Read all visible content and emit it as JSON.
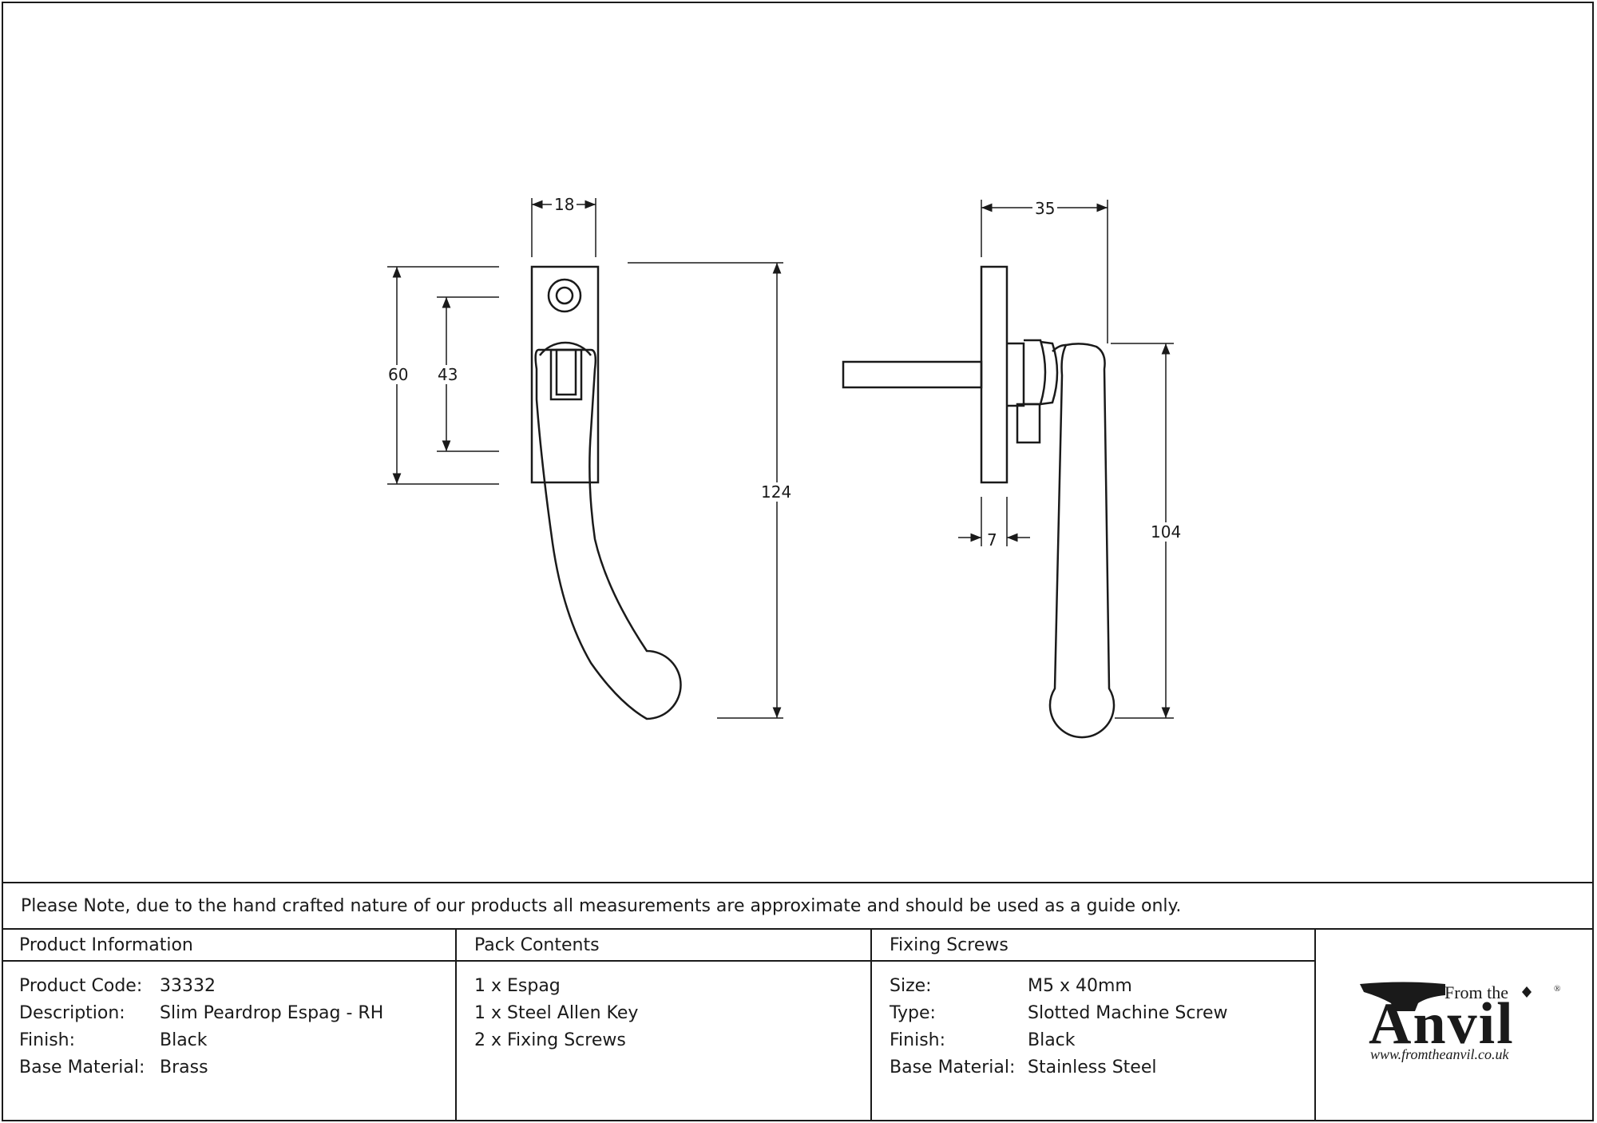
{
  "dimensions": {
    "front_width": "18",
    "plate_height": "60",
    "screw_centres": "43",
    "overall_length": "124",
    "side_projection": "35",
    "plate_thickness": "7",
    "handle_length": "104"
  },
  "note": "Please Note, due to the hand crafted nature of our products all measurements are approximate and should be used as a guide only.",
  "product_info": {
    "heading": "Product Information",
    "rows": [
      {
        "key": "Product Code:",
        "value": "33332"
      },
      {
        "key": "Description:",
        "value": "Slim Peardrop Espag - RH"
      },
      {
        "key": "Finish:",
        "value": "Black"
      },
      {
        "key": "Base Material:",
        "value": "Brass"
      }
    ]
  },
  "pack_contents": {
    "heading": "Pack Contents",
    "items": [
      "1 x Espag",
      "1 x Steel Allen Key",
      "2 x Fixing Screws"
    ]
  },
  "fixing_screws": {
    "heading": "Fixing Screws",
    "rows": [
      {
        "key": "Size:",
        "value": "M5 x 40mm"
      },
      {
        "key": "Type:",
        "value": "Slotted Machine Screw"
      },
      {
        "key": "Finish:",
        "value": "Black"
      },
      {
        "key": "Base Material:",
        "value": "Stainless Steel"
      }
    ]
  },
  "logo": {
    "from_the": "From the",
    "anvil": "Anvil",
    "registered": "®",
    "url": "www.fromtheanvil.co.uk"
  },
  "colors": {
    "ink": "#1a1a1a",
    "paper": "#ffffff"
  },
  "icons": [
    "anvil-icon"
  ]
}
